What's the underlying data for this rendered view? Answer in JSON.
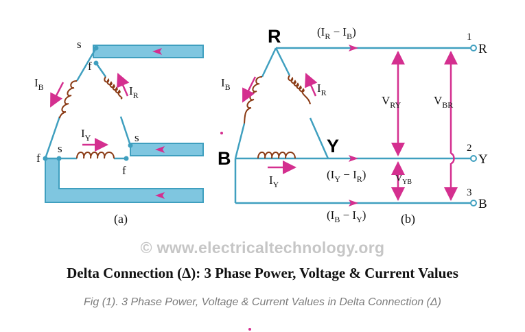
{
  "colors": {
    "wire": "#3f9fbf",
    "bar_fill": "#7fc6e0",
    "arrow": "#d42f8f",
    "coil": "#8a3a14",
    "text": "#111111",
    "watermark": "#c6c6c6",
    "caption": "#7c7c7c"
  },
  "diagram_a": {
    "label_s_top": "s",
    "label_f_top": "f",
    "label_f_left": "f",
    "label_s_left": "s",
    "label_s_right": "s",
    "label_f_bottom": "f",
    "coil_left": {
      "main": "I",
      "sub": "B"
    },
    "coil_right": {
      "main": "I",
      "sub": "R"
    },
    "coil_bottom": {
      "main": "I",
      "sub": "Y"
    },
    "caption": "(a)"
  },
  "diagram_b": {
    "node_r": "R",
    "node_y": "Y",
    "node_b": "B",
    "coil_left": {
      "main": "I",
      "sub": "B"
    },
    "coil_right": {
      "main": "I",
      "sub": "R"
    },
    "coil_bottom": {
      "main": "I",
      "sub": "Y"
    },
    "line_current_r": {
      "open": "(I",
      "s1": "R",
      "minus": " − I",
      "s2": "B",
      "close": ")"
    },
    "line_current_y": {
      "open": "(I",
      "s1": "Y",
      "minus": " − I",
      "s2": "R",
      "close": ")"
    },
    "line_current_b": {
      "open": "(I",
      "s1": "B",
      "minus": " − I",
      "s2": "Y",
      "close": ")"
    },
    "voltage_ry": {
      "main": "V",
      "sub": "RY"
    },
    "voltage_br": {
      "main": "V",
      "sub": "BR"
    },
    "voltage_yb": {
      "main": "V",
      "sub": "YB"
    },
    "terminal_1": "1",
    "terminal_2": "2",
    "terminal_3": "3",
    "terminal_r": "R",
    "terminal_y": "Y",
    "terminal_b": "B",
    "caption": "(b)"
  },
  "watermark": "© www.electricaltechnology.org",
  "title": "Delta Connection (Δ): 3 Phase Power, Voltage & Current Values",
  "caption": "Fig (1). 3 Phase Power, Voltage & Current Values in Delta Connection (Δ)"
}
